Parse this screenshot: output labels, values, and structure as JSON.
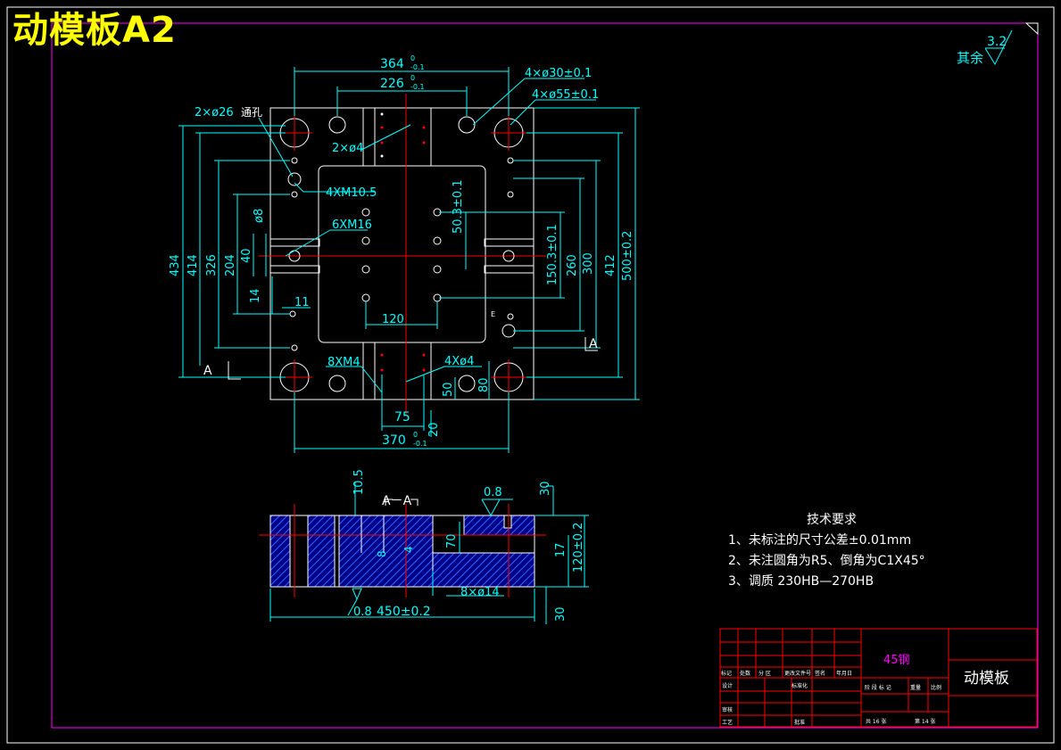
{
  "title": "动模板A2",
  "roughness_other": {
    "label": "其余",
    "value": "3.2"
  },
  "dimensions": {
    "top_364": "364",
    "top_226": "226",
    "tol_0": "0",
    "tol_m01": "-0.1",
    "hole_30": "4×ø30±0.1",
    "hole_55": "4×ø55±0.1",
    "hole_26": "2×ø26",
    "through": "通孔",
    "hole_4a": "2×ø4",
    "m105": "4XM10.5",
    "m16": "6XM16",
    "d_503": "50.3±0.1",
    "d_1503": "150.3±0.1",
    "d_260": "260",
    "d_300": "300",
    "d_412": "412",
    "d_500": "500±0.2",
    "d_434": "434",
    "d_414": "414",
    "d_326": "326",
    "d_204": "204",
    "d_40": "40",
    "d_8": "ø8",
    "d_14": "14",
    "d_11": "11",
    "d_120": "120",
    "m4": "8XM4",
    "hole_4b": "4Xø4",
    "d_50": "50",
    "d_80": "80",
    "d_75": "75",
    "d_20": "20",
    "d_370": "370",
    "sec_a": "A",
    "sec_aa": "A－A",
    "e_mark": "E"
  },
  "section": {
    "d_105": "10.5",
    "ra_08": "0.8",
    "d_30a": "30",
    "d_70": "70",
    "d_4": "4",
    "d_8b": "8",
    "d_17": "17",
    "d_1202": "120±0.2",
    "d_14h": "8×ø14",
    "d_450": "450±0.2",
    "d_30b": "30",
    "ra_08b": "0.8"
  },
  "tech_requirements": {
    "title": "技术要求",
    "items": [
      "1、未标注的尺寸公差±0.01mm",
      "2、未注圆角为R5、倒角为C1X45°",
      "3、调质   230HB—270HB"
    ]
  },
  "title_block": {
    "material": "45钢",
    "part_name": "动模板",
    "row_labels": [
      "标记",
      "处数",
      "分 区",
      "更改文件号",
      "签名",
      "年月日"
    ],
    "design": "设计",
    "standard": "标准化",
    "review": "审核",
    "process": "工艺",
    "approve": "批准",
    "stage": "阶 段 标 记",
    "weight": "重量",
    "scale": "比例",
    "sheets_total": "共 16 张",
    "sheet_no": "第 14 张"
  }
}
